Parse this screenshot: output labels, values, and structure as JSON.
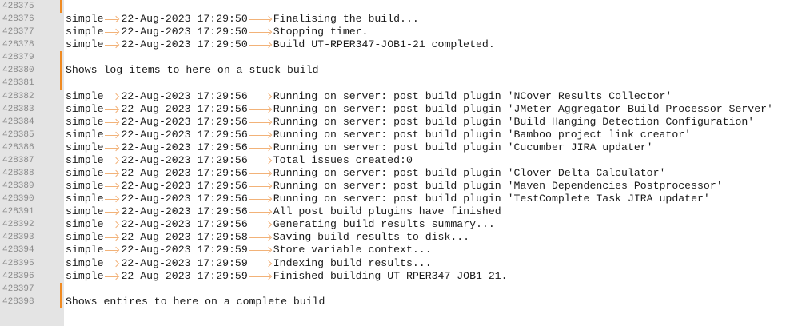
{
  "editor": {
    "lines": [
      {
        "num": "428375",
        "kind": "blank"
      },
      {
        "num": "428376",
        "kind": "log",
        "source": "simple",
        "timestamp": "22-Aug-2023 17:29:50",
        "message": "Finalising the build..."
      },
      {
        "num": "428377",
        "kind": "log",
        "source": "simple",
        "timestamp": "22-Aug-2023 17:29:50",
        "message": "Stopping timer."
      },
      {
        "num": "428378",
        "kind": "log",
        "source": "simple",
        "timestamp": "22-Aug-2023 17:29:50",
        "message": "Build UT-RPER347-JOB1-21 completed."
      },
      {
        "num": "428379",
        "kind": "blank"
      },
      {
        "num": "428380",
        "kind": "note",
        "text": "Shows log items to here on a stuck build"
      },
      {
        "num": "428381",
        "kind": "blank"
      },
      {
        "num": "428382",
        "kind": "log",
        "source": "simple",
        "timestamp": "22-Aug-2023 17:29:56",
        "message": "Running on server: post build plugin 'NCover Results Collector'"
      },
      {
        "num": "428383",
        "kind": "log",
        "source": "simple",
        "timestamp": "22-Aug-2023 17:29:56",
        "message": "Running on server: post build plugin 'JMeter Aggregator Build Processor Server'"
      },
      {
        "num": "428384",
        "kind": "log",
        "source": "simple",
        "timestamp": "22-Aug-2023 17:29:56",
        "message": "Running on server: post build plugin 'Build Hanging Detection Configuration'"
      },
      {
        "num": "428385",
        "kind": "log",
        "source": "simple",
        "timestamp": "22-Aug-2023 17:29:56",
        "message": "Running on server: post build plugin 'Bamboo project link creator'"
      },
      {
        "num": "428386",
        "kind": "log",
        "source": "simple",
        "timestamp": "22-Aug-2023 17:29:56",
        "message": "Running on server: post build plugin 'Cucumber JIRA updater'"
      },
      {
        "num": "428387",
        "kind": "log",
        "source": "simple",
        "timestamp": "22-Aug-2023 17:29:56",
        "message": "Total issues created:0"
      },
      {
        "num": "428388",
        "kind": "log",
        "source": "simple",
        "timestamp": "22-Aug-2023 17:29:56",
        "message": "Running on server: post build plugin 'Clover Delta Calculator'"
      },
      {
        "num": "428389",
        "kind": "log",
        "source": "simple",
        "timestamp": "22-Aug-2023 17:29:56",
        "message": "Running on server: post build plugin 'Maven Dependencies Postprocessor'"
      },
      {
        "num": "428390",
        "kind": "log",
        "source": "simple",
        "timestamp": "22-Aug-2023 17:29:56",
        "message": "Running on server: post build plugin 'TestComplete Task JIRA updater'"
      },
      {
        "num": "428391",
        "kind": "log",
        "source": "simple",
        "timestamp": "22-Aug-2023 17:29:56",
        "message": "All post build plugins have finished"
      },
      {
        "num": "428392",
        "kind": "log",
        "source": "simple",
        "timestamp": "22-Aug-2023 17:29:56",
        "message": "Generating build results summary..."
      },
      {
        "num": "428393",
        "kind": "log",
        "source": "simple",
        "timestamp": "22-Aug-2023 17:29:58",
        "message": "Saving build results to disk..."
      },
      {
        "num": "428394",
        "kind": "log",
        "source": "simple",
        "timestamp": "22-Aug-2023 17:29:59",
        "message": "Store variable context..."
      },
      {
        "num": "428395",
        "kind": "log",
        "source": "simple",
        "timestamp": "22-Aug-2023 17:29:59",
        "message": "Indexing build results..."
      },
      {
        "num": "428396",
        "kind": "log",
        "source": "simple",
        "timestamp": "22-Aug-2023 17:29:59",
        "message": "Finished building UT-RPER347-JOB1-21."
      },
      {
        "num": "428397",
        "kind": "blank"
      },
      {
        "num": "428398",
        "kind": "note",
        "text": "Shows entires to here on a complete build"
      }
    ]
  }
}
